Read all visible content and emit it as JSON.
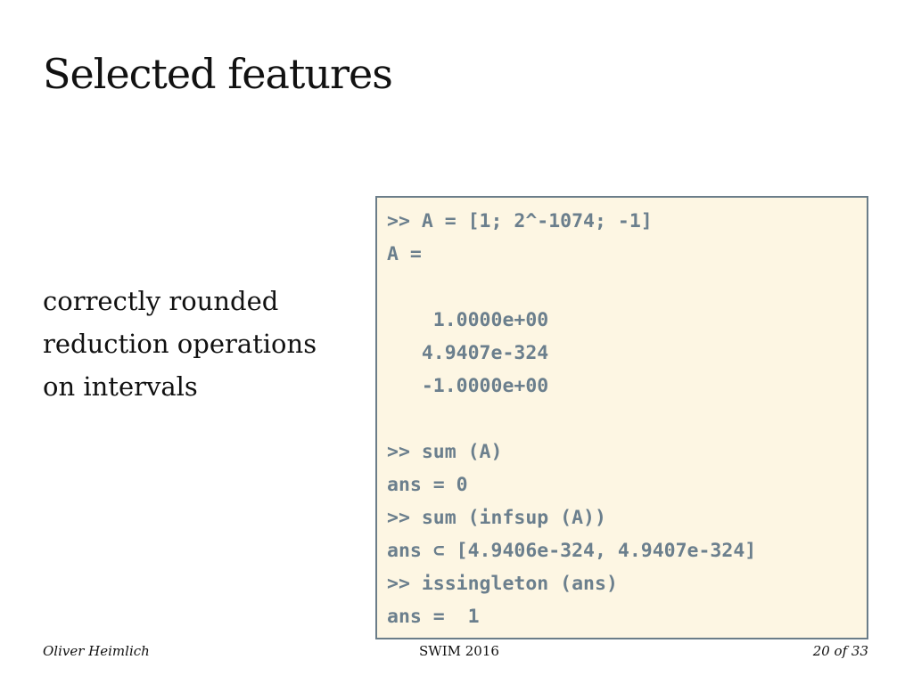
{
  "slide": {
    "title": "Selected features",
    "feature_lines": [
      "correctly rounded",
      "reduction operations",
      "on intervals"
    ]
  },
  "code": {
    "lines": [
      ">> A = [1; 2^-1074; -1]",
      "A =",
      "",
      "    1.0000e+00",
      "   4.9407e-324",
      "   -1.0000e+00",
      "",
      ">> sum (A)",
      "ans = 0",
      ">> sum (infsup (A))",
      "ans ⊂ [4.9406e-324, 4.9407e-324]",
      ">> issingleton (ans)",
      "ans =  1"
    ]
  },
  "footer": {
    "author": "Oliver Heimlich",
    "event": "SWIM 2016",
    "page": "20 of 33"
  },
  "colors": {
    "code_background": "#fdf6e3",
    "code_border": "#6b7d89",
    "code_text": "#6b7f8d"
  }
}
